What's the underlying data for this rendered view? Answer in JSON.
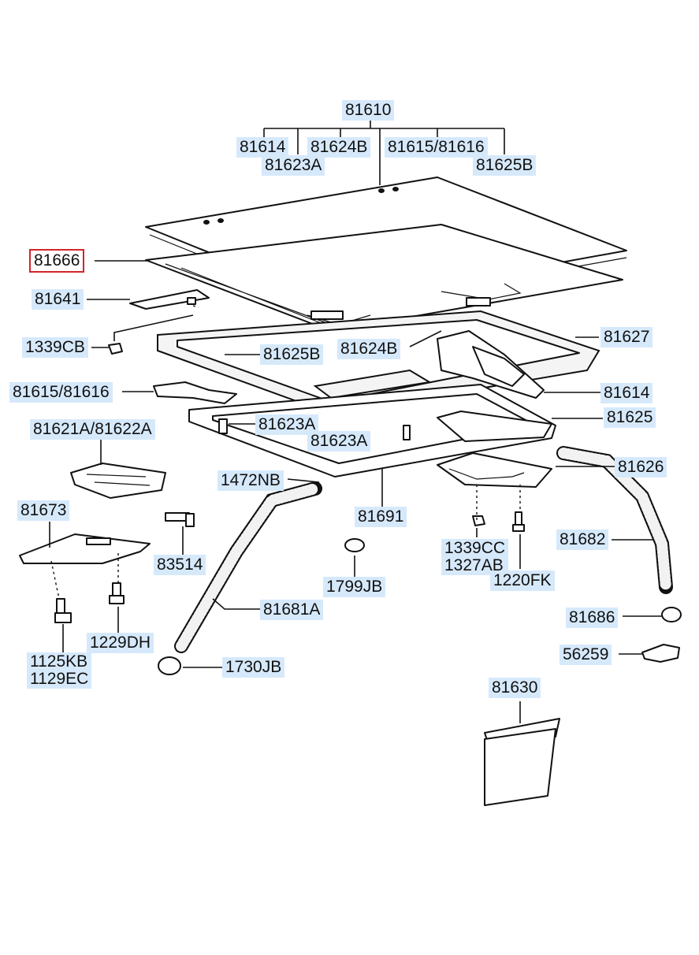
{
  "labels": {
    "p81610": "81610",
    "p81614_top": "81614",
    "p81624B_top": "81624B",
    "p81615_81616_top": "81615/81616",
    "p81623A_top": "81623A",
    "p81625B_top": "81625B",
    "p81666": "81666",
    "p81641": "81641",
    "p1339CB": "1339CB",
    "p81625B_mid": "81625B",
    "p81624B_mid": "81624B",
    "p81627": "81627",
    "p81615_81616_left": "81615/81616",
    "p81614_right": "81614",
    "p81623A_a": "81623A",
    "p81625_right": "81625",
    "p81621A_81622A": "81621A/81622A",
    "p81623A_b": "81623A",
    "p81626": "81626",
    "p1472NB": "1472NB",
    "p81673": "81673",
    "p81691": "81691",
    "p83514": "83514",
    "p1339CC": "1339CC",
    "p1327AB": "1327AB",
    "p81682": "81682",
    "p1799JB": "1799JB",
    "p1220FK": "1220FK",
    "p81681A": "81681A",
    "p1229DH": "1229DH",
    "p81686": "81686",
    "p1125KB": "1125KB",
    "p1129EC": "1129EC",
    "p56259": "56259",
    "p1730JB": "1730JB",
    "p81630": "81630"
  },
  "highlight_color": "#d2262c",
  "label_background": "#d6e9fb"
}
